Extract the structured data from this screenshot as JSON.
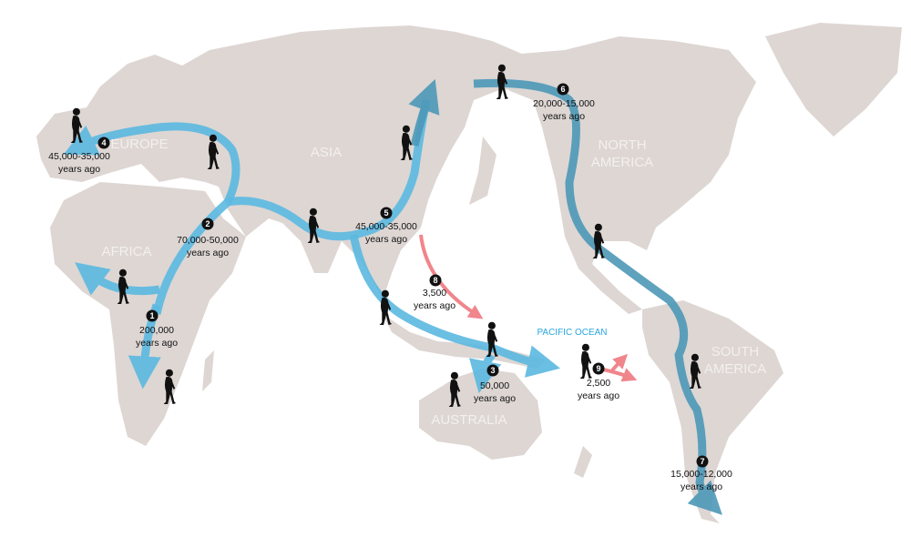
{
  "regions": {
    "europe": "EUROPE",
    "asia": "ASIA",
    "africa": "AFRICA",
    "north_america": [
      "NORTH",
      "AMERICA"
    ],
    "south_america": [
      "SOUTH",
      "AMERICA"
    ],
    "australia": "AUSTRALIA",
    "pacific": "PACIFIC OCEAN"
  },
  "milestones": [
    {
      "number": "1",
      "date": "200,000",
      "suffix": "years ago"
    },
    {
      "number": "2",
      "date": "70,000-50,000",
      "suffix": "years ago"
    },
    {
      "number": "3",
      "date": "50,000",
      "suffix": "years ago"
    },
    {
      "number": "4",
      "date": "45,000-35,000",
      "suffix": "years ago"
    },
    {
      "number": "5",
      "date": "45,000-35,000",
      "suffix": "years ago"
    },
    {
      "number": "6",
      "date": "20,000-15,000",
      "suffix": "years ago"
    },
    {
      "number": "7",
      "date": "15,000-12,000",
      "suffix": "years ago"
    },
    {
      "number": "8",
      "date": "3,500",
      "suffix": "years ago"
    },
    {
      "number": "9",
      "date": "2,500",
      "suffix": "years ago"
    }
  ],
  "colors": {
    "land": "#ddd6d3",
    "early_migration": "#5bb9e1",
    "americas_migration": "#4d98b8",
    "austronesian_migration": "#f07f86",
    "ocean_label": "#2aa7df",
    "marker": "#111111"
  },
  "icons": {
    "walker": "human-walker-silhouette-icon"
  }
}
